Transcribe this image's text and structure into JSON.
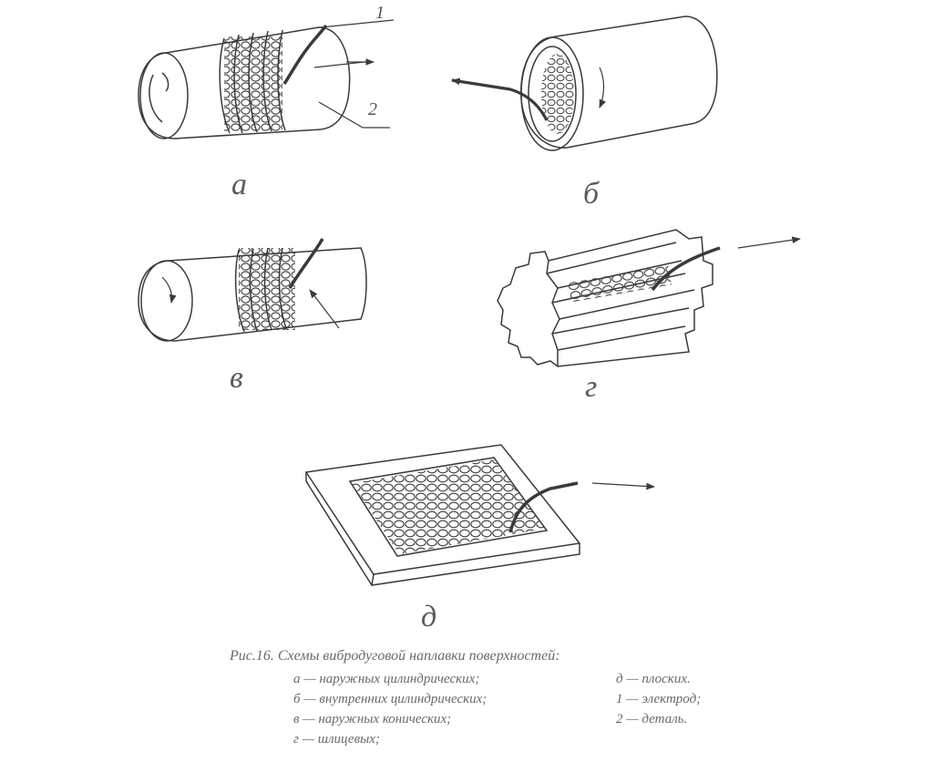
{
  "figure": {
    "labels": {
      "a": "а",
      "b": "б",
      "v": "в",
      "g": "г",
      "d": "д"
    },
    "callouts": {
      "one": "1",
      "two": "2"
    }
  },
  "caption": {
    "title": "Рис.16. Схемы вибродуговой наплавки поверхностей:",
    "left": [
      "а — наружных цилиндрических;",
      "б — внутренних цилиндрических;",
      "в — наружных конических;",
      "г — шлицевых;"
    ],
    "right": [
      "д — плоских.",
      "1 — электрод;",
      "2 — деталь."
    ]
  },
  "colors": {
    "ink": "#3a3a3a",
    "paper": "#ffffff"
  }
}
